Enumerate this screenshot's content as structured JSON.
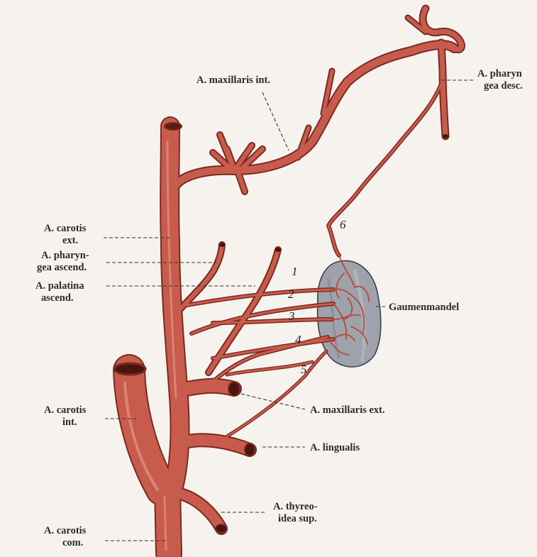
{
  "labels": {
    "maxillaris_int": "A. maxillaris int.",
    "pharyngea_desc": [
      "A. pharyn",
      "gea desc."
    ],
    "carotis_ext": [
      "A. carotis",
      "ext."
    ],
    "pharyngea_ascend": [
      "A. pharyn-",
      "gea ascend."
    ],
    "palatina_ascend": [
      "A. palatina",
      "ascend."
    ],
    "gaumenmandel": "Gaumenmandel",
    "carotis_int": [
      "A. carotis",
      "int."
    ],
    "maxillaris_ext": "A. maxillaris ext.",
    "lingualis": "A. lingualis",
    "thyreoidea_sup": [
      "A. thyreo-",
      "idea sup."
    ],
    "carotis_com": [
      "A. carotis",
      "com."
    ]
  },
  "numbers": [
    "1",
    "2",
    "3",
    "4",
    "5",
    "6"
  ],
  "colors": {
    "background": "#f6f3ee",
    "artery": "#c85c4c",
    "artery_outline": "#7a2a22",
    "tonsil": "#9ea2ab"
  }
}
